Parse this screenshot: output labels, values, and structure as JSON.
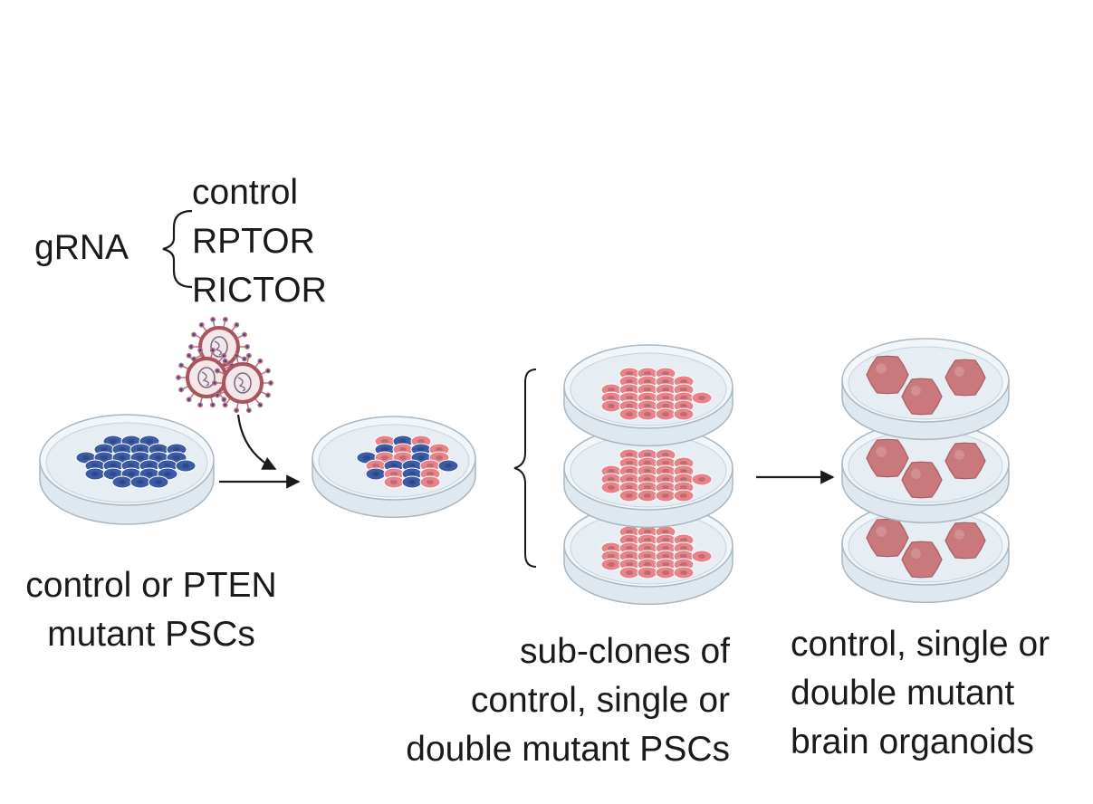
{
  "grna": {
    "label": "gRNA",
    "options": [
      "control",
      "RPTOR",
      "RICTOR"
    ]
  },
  "stages": {
    "starting_cells": [
      "control or PTEN",
      "mutant PSCs"
    ],
    "subclones": [
      "sub-clones of",
      "control, single or",
      "double mutant PSCs"
    ],
    "organoids": [
      "control, single or",
      "double mutant",
      "brain organoids"
    ]
  },
  "colors": {
    "blue_cell": "#3b5ba6",
    "red_cell": "#e8838a",
    "organoid": "#c9787c",
    "dish_fill": "#e6eef4",
    "dish_rim": "#a9b7c2",
    "virus_ring": "#a85560",
    "virus_spike": "#2c4d9b",
    "arrow": "#1a1a1a"
  },
  "icons": [
    "petri-dish-icon",
    "virus-icon",
    "cell-icon",
    "organoid-icon",
    "arrow-icon",
    "brace-icon"
  ]
}
